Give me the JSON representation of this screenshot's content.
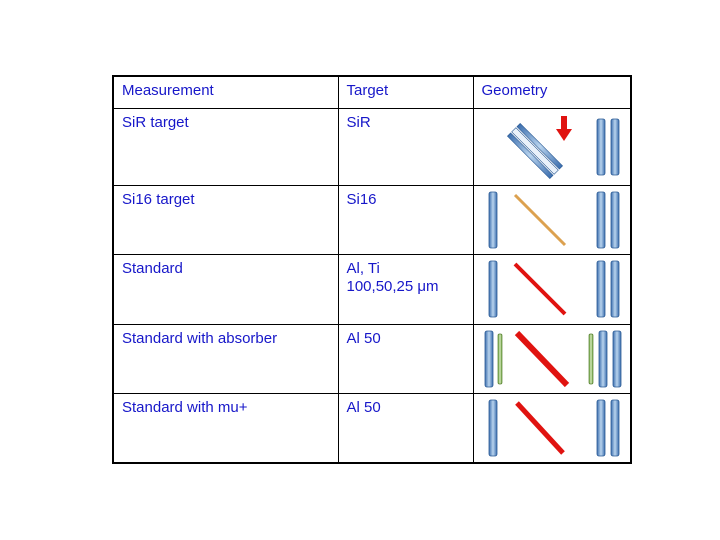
{
  "table": {
    "headers": [
      "Measurement",
      "Target",
      "Geometry"
    ],
    "rows": [
      {
        "measurement": "SiR target",
        "target_lines": [
          "SiR"
        ],
        "geometry_icons": [
          "tilted-striped-target",
          "red-down-arrow",
          "detector-bar",
          "detector-bar"
        ]
      },
      {
        "measurement": "Si16 target",
        "target_lines": [
          "Si16"
        ],
        "geometry_icons": [
          "detector-bar",
          "tan-diagonal-beam",
          "detector-bar",
          "detector-bar"
        ]
      },
      {
        "measurement": "Standard",
        "target_lines": [
          "Al, Ti",
          "100,50,25 μm"
        ],
        "geometry_icons": [
          "detector-bar",
          "red-diagonal-beam",
          "detector-bar",
          "detector-bar"
        ]
      },
      {
        "measurement": "Standard with absorber",
        "target_lines": [
          "Al 50"
        ],
        "geometry_icons": [
          "detector-bar",
          "green-absorber-bar",
          "thick-red-diagonal-beam",
          "green-absorber-bar",
          "detector-bar",
          "detector-bar"
        ]
      },
      {
        "measurement": "Standard with mu+",
        "target_lines": [
          "Al 50"
        ],
        "geometry_icons": [
          "detector-bar",
          "red-diagonal-beam",
          "detector-bar",
          "detector-bar"
        ]
      }
    ]
  },
  "colors": {
    "text_blue": "#1717c9",
    "table_border": "#000000",
    "bar_blue_dark": "#3c6eae",
    "bar_blue_light": "#a8c8e8",
    "bar_green": "#6aa33c",
    "beam_red": "#e01310",
    "beam_tan": "#dca14f"
  }
}
